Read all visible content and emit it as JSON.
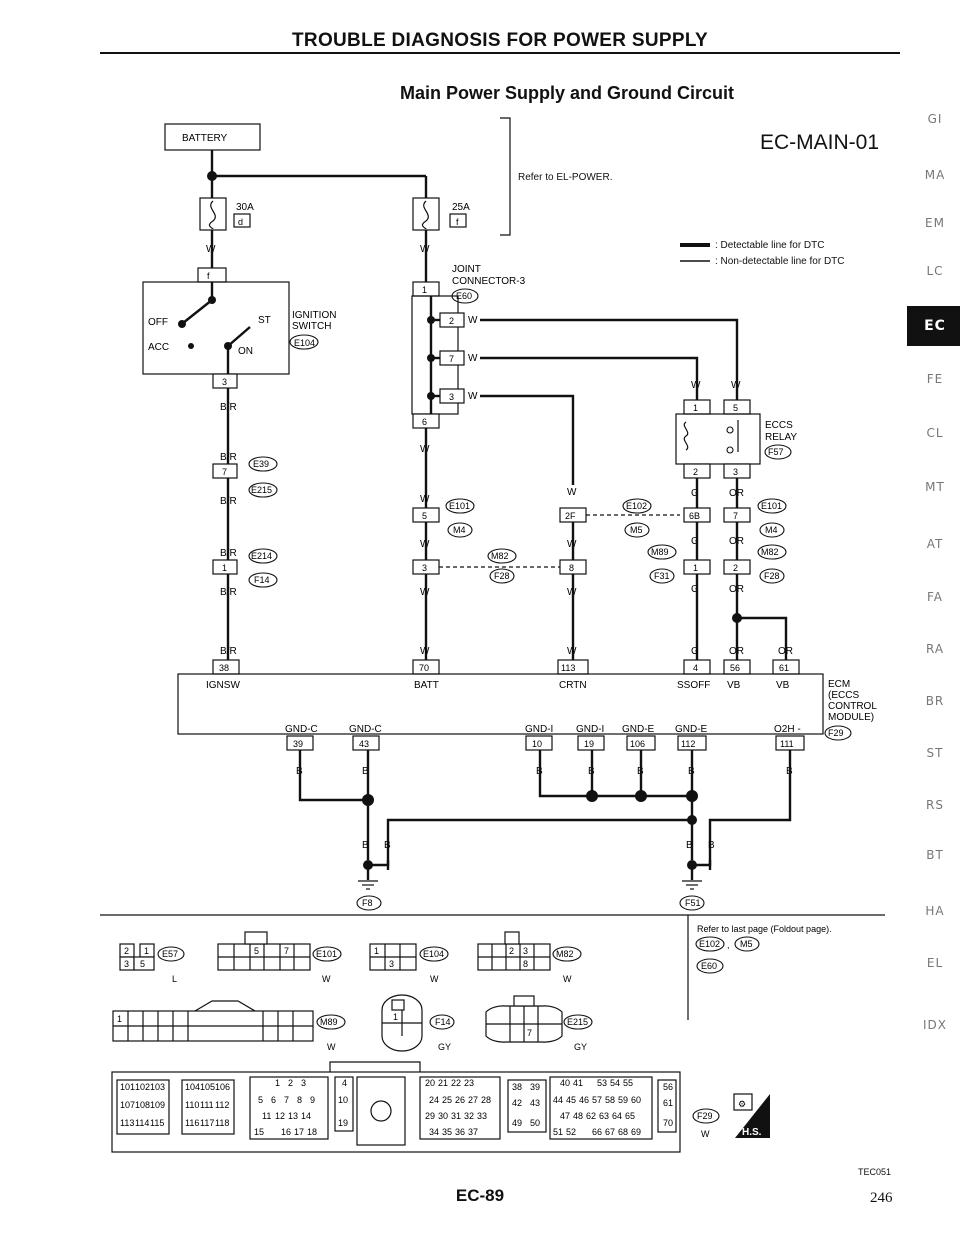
{
  "header": {
    "title": "TROUBLE DIAGNOSIS FOR POWER SUPPLY",
    "subtitle": "Main Power Supply and Ground Circuit",
    "diagram_id": "EC-MAIN-01"
  },
  "notes": {
    "refer_el_power": "Refer to EL-POWER.",
    "legend_detectable": ": Detectable line for DTC",
    "legend_non_detectable": ": Non-detectable line for DTC",
    "refer_last_page": "Refer to last page (Foldout page).",
    "refer_connectors_1": "E102, M5",
    "refer_connectors_2": "E60"
  },
  "components": {
    "battery": "BATTERY",
    "fuse_30a": "30A",
    "fuse_30a_id": "d",
    "fuse_25a": "25A",
    "fuse_25a_id": "f",
    "fusible_link_label": "f",
    "ignition_switch": "IGNITION SWITCH",
    "ign_off": "OFF",
    "ign_acc": "ACC",
    "ign_on": "ON",
    "ign_st": "ST",
    "joint_connector": "JOINT CONNECTOR-3",
    "eccs_relay": "ECCS RELAY",
    "ecm_line1": "ECM",
    "ecm_line2": "(ECCS",
    "ecm_line3": "CONTROL",
    "ecm_line4": "MODULE)"
  },
  "ecm_terminals": {
    "t38": "38",
    "ignsw": "IGNSW",
    "t70": "70",
    "batt": "BATT",
    "t113": "113",
    "crtn": "CRTN",
    "t4": "4",
    "ssoff": "SSOFF",
    "t56": "56",
    "vb1": "VB",
    "t61": "61",
    "vb2": "VB",
    "t39": "39",
    "gndc1": "GND-C",
    "t43": "43",
    "gndc2": "GND-C",
    "t10": "10",
    "gndi1": "GND-I",
    "t19": "19",
    "gndi2": "GND-I",
    "t106": "106",
    "gnde1": "GND-E",
    "t112": "112",
    "gnde2": "GND-E",
    "t111": "111",
    "o2h": "O2H -"
  },
  "connectors": {
    "E104": "E104",
    "E60": "E60",
    "E39": "E39",
    "E215": "E215",
    "E214": "E214",
    "F14": "F14",
    "E101": "E101",
    "M4": "M4",
    "M82": "M82",
    "F28": "F28",
    "E102": "E102",
    "M5": "M5",
    "M89": "M89",
    "F31": "F31",
    "E57": "E57",
    "F29": "F29",
    "F8": "F8",
    "F51": "F51"
  },
  "bottom_connectors": {
    "e57_color": "L",
    "e101_color": "W",
    "e104_color": "W",
    "m82_color": "W",
    "m89_color": "W",
    "f14_color": "GY",
    "e215_color": "GY",
    "f29_color": "W",
    "hs": "H.S."
  },
  "side_tabs": [
    "GI",
    "MA",
    "EM",
    "LC",
    "EC",
    "FE",
    "CL",
    "MT",
    "AT",
    "FA",
    "RA",
    "BR",
    "ST",
    "RS",
    "BT",
    "HA",
    "EL",
    "IDX"
  ],
  "active_tab": "EC",
  "footer": {
    "code": "TEC051",
    "page_id": "EC-89",
    "page_number": "246"
  }
}
